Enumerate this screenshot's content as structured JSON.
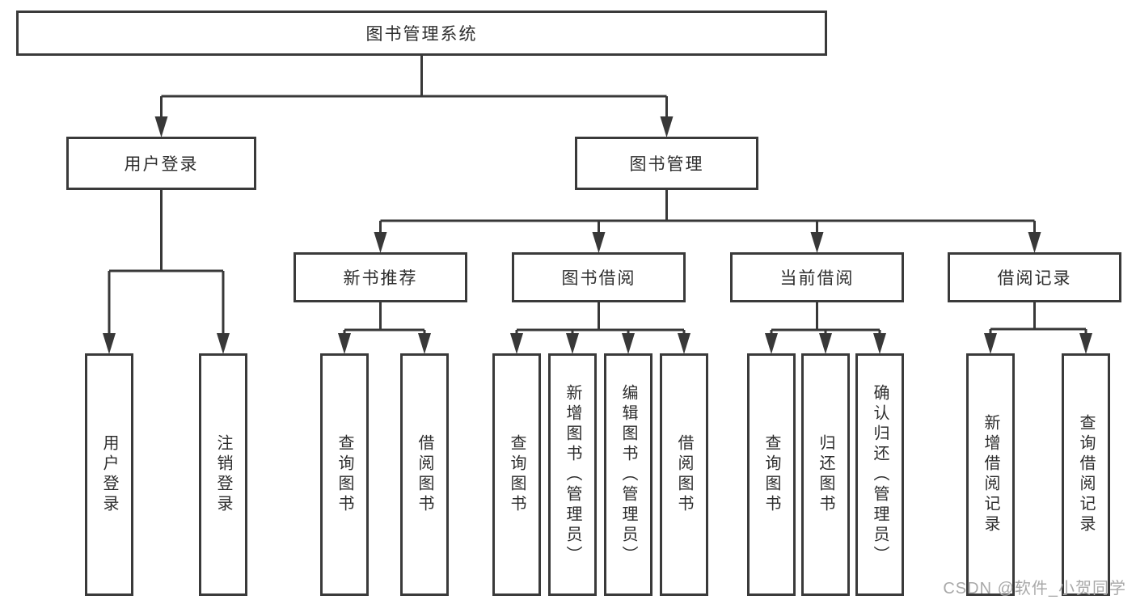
{
  "diagram": {
    "title": "图书管理系统",
    "type": "hierarchy",
    "colors": {
      "background": "#ffffff",
      "line": "#383838",
      "box_border": "#3a3a3a",
      "box_background": "#ffffff",
      "text": "#2d2d2d",
      "watermark": "#a9a9a9"
    }
  },
  "nodes": [
    {
      "id": "root",
      "label": "图书管理系统",
      "level": 1
    },
    {
      "id": "user-login",
      "label": "用户登录",
      "level": 2
    },
    {
      "id": "book-mgmt",
      "label": "图书管理",
      "level": 2
    },
    {
      "id": "new-book-rec",
      "label": "新书推荐",
      "level": 3
    },
    {
      "id": "book-borrow",
      "label": "图书借阅",
      "level": 3
    },
    {
      "id": "current-borrow",
      "label": "当前借阅",
      "level": 3
    },
    {
      "id": "borrow-records",
      "label": "借阅记录",
      "level": 3
    },
    {
      "id": "leaf-user-login",
      "label": "用户登录",
      "level": 4
    },
    {
      "id": "leaf-logout",
      "label": "注销登录",
      "level": 4
    },
    {
      "id": "leaf-query-book-1",
      "label": "查询图书",
      "level": 4
    },
    {
      "id": "leaf-borrow-book-1",
      "label": "借阅图书",
      "level": 4
    },
    {
      "id": "leaf-query-book-2",
      "label": "查询图书",
      "level": 4
    },
    {
      "id": "leaf-add-book",
      "label": "新增图书（管理员）",
      "level": 4
    },
    {
      "id": "leaf-edit-book",
      "label": "编辑图书（管理员）",
      "level": 4
    },
    {
      "id": "leaf-borrow-book-2",
      "label": "借阅图书",
      "level": 4
    },
    {
      "id": "leaf-query-book-3",
      "label": "查询图书",
      "level": 4
    },
    {
      "id": "leaf-return-book",
      "label": "归还图书",
      "level": 4
    },
    {
      "id": "leaf-confirm-return",
      "label": "确认归还（管理员）",
      "level": 4
    },
    {
      "id": "leaf-add-borrow-record",
      "label": "新增借阅记录",
      "level": 4
    },
    {
      "id": "leaf-query-borrow-record",
      "label": "查询借阅记录",
      "level": 4
    }
  ],
  "edges": [
    {
      "from": "root",
      "to": "user-login"
    },
    {
      "from": "root",
      "to": "book-mgmt"
    },
    {
      "from": "user-login",
      "to": "leaf-user-login"
    },
    {
      "from": "user-login",
      "to": "leaf-logout"
    },
    {
      "from": "book-mgmt",
      "to": "new-book-rec"
    },
    {
      "from": "book-mgmt",
      "to": "book-borrow"
    },
    {
      "from": "book-mgmt",
      "to": "current-borrow"
    },
    {
      "from": "book-mgmt",
      "to": "borrow-records"
    },
    {
      "from": "new-book-rec",
      "to": "leaf-query-book-1"
    },
    {
      "from": "new-book-rec",
      "to": "leaf-borrow-book-1"
    },
    {
      "from": "book-borrow",
      "to": "leaf-query-book-2"
    },
    {
      "from": "book-borrow",
      "to": "leaf-add-book"
    },
    {
      "from": "book-borrow",
      "to": "leaf-edit-book"
    },
    {
      "from": "book-borrow",
      "to": "leaf-borrow-book-2"
    },
    {
      "from": "current-borrow",
      "to": "leaf-query-book-3"
    },
    {
      "from": "current-borrow",
      "to": "leaf-return-book"
    },
    {
      "from": "current-borrow",
      "to": "leaf-confirm-return"
    },
    {
      "from": "borrow-records",
      "to": "leaf-add-borrow-record"
    },
    {
      "from": "borrow-records",
      "to": "leaf-query-borrow-record"
    }
  ],
  "watermark": {
    "text": "CSDN @软件_小贺同学"
  }
}
